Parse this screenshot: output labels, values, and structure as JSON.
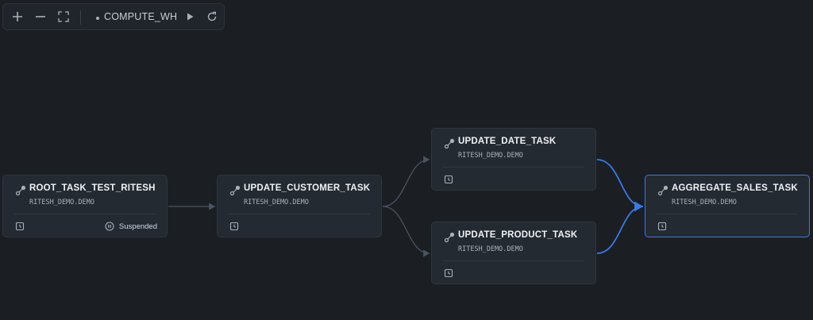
{
  "toolbar": {
    "warehouse": "COMPUTE_WH"
  },
  "nodes": [
    {
      "title": "ROOT_TASK_TEST_RITESH",
      "schema": "RITESH_DEMO.DEMO",
      "status": "Suspended"
    },
    {
      "title": "UPDATE_CUSTOMER_TASK",
      "schema": "RITESH_DEMO.DEMO"
    },
    {
      "title": "UPDATE_DATE_TASK",
      "schema": "RITESH_DEMO.DEMO"
    },
    {
      "title": "UPDATE_PRODUCT_TASK",
      "schema": "RITESH_DEMO.DEMO"
    },
    {
      "title": "AGGREGATE_SALES_TASK",
      "schema": "RITESH_DEMO.DEMO"
    }
  ],
  "colors": {
    "background": "#1b1f23",
    "selected_edge": "#3a78e6",
    "edge": "#4a5563"
  },
  "icons": {
    "node_title": "task-link-icon",
    "node_footer": "task-history-icon",
    "status": "pause-icon"
  }
}
